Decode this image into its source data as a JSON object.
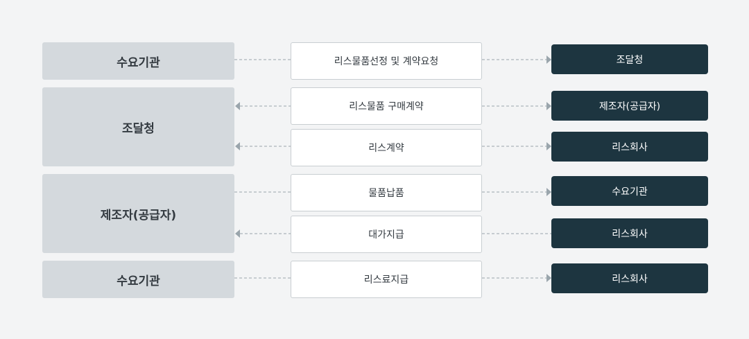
{
  "rows": [
    {
      "id": "r1",
      "left": "수요기관",
      "mid": "리스물품선정 및 계약요청",
      "right": "조달청"
    },
    {
      "id": "r2",
      "left": "조달청",
      "mid": "리스물품 구매계약",
      "right": "제조자(공급자)"
    },
    {
      "id": "r3",
      "mid": "리스계약",
      "right": "리스회사"
    },
    {
      "id": "r4",
      "left": "제조자(공급자)",
      "mid": "물품납품",
      "right": "수요기관"
    },
    {
      "id": "r5",
      "mid": "대가지급",
      "right": "리스회사"
    },
    {
      "id": "r6",
      "left": "수요기관",
      "mid": "리스료지급",
      "right": "리스회사"
    }
  ],
  "colors": {
    "background": "#f3f4f5",
    "left_box": "#d4d9dd",
    "right_box": "#1d3540",
    "connector": "#9aa5ac"
  }
}
